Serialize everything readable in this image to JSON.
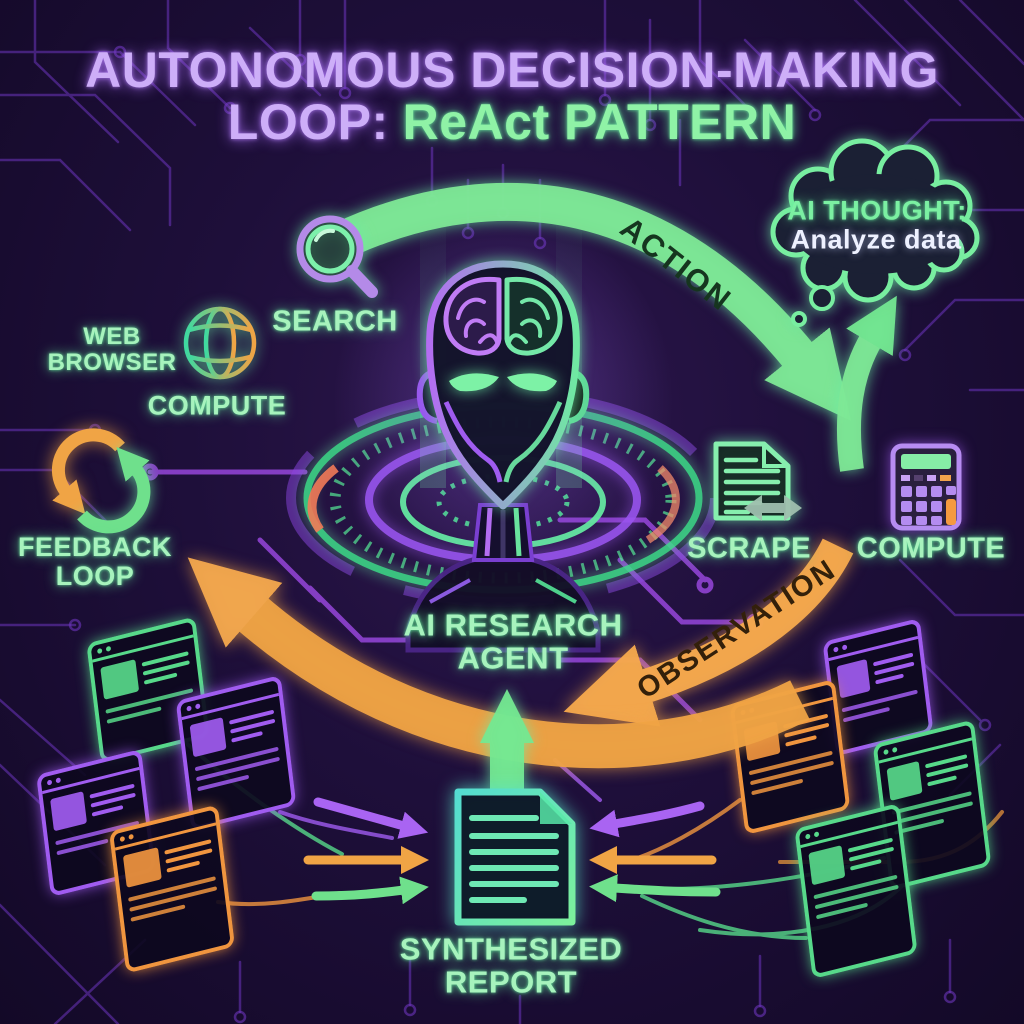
{
  "title": {
    "line1": "AUTONOMOUS DECISION-MAKING",
    "line2_prefix": "LOOP:",
    "line2_highlight": "ReAct PATTERN"
  },
  "thought": {
    "heading": "AI THOUGHT:",
    "body": "Analyze data"
  },
  "labels": {
    "action": "ACTION",
    "observation": "OBSERVATION",
    "search": "SEARCH",
    "web_browser_line1": "WEB",
    "web_browser_line2": "BROWSER",
    "compute_left": "COMPUTE",
    "feedback_line1": "FEEDBACK",
    "feedback_line2": "LOOP",
    "agent_line1": "AI RESEARCH",
    "agent_line2": "AGENT",
    "scrape": "SCRAPE",
    "compute_right": "COMPUTE",
    "report_line1": "SYNTHESIZED",
    "report_line2": "REPORT"
  },
  "icons": {
    "search": "magnifying-glass",
    "web_browser": "globe",
    "feedback": "circular-refresh-arrows",
    "agent": "robot-head-with-brain",
    "scrape": "document-with-sync-arrows",
    "compute": "calculator",
    "thought": "thought-cloud",
    "report": "document",
    "sources": "browser-windows"
  },
  "colors": {
    "background": "#1e0f3a",
    "title_purple": "#cdaef8",
    "neon_green": "#8ff2a6",
    "green_arrow": "#7fe896",
    "orange_arrow": "#f2a44c",
    "violet_accent": "#9a55f0",
    "white": "#eef1ff"
  }
}
